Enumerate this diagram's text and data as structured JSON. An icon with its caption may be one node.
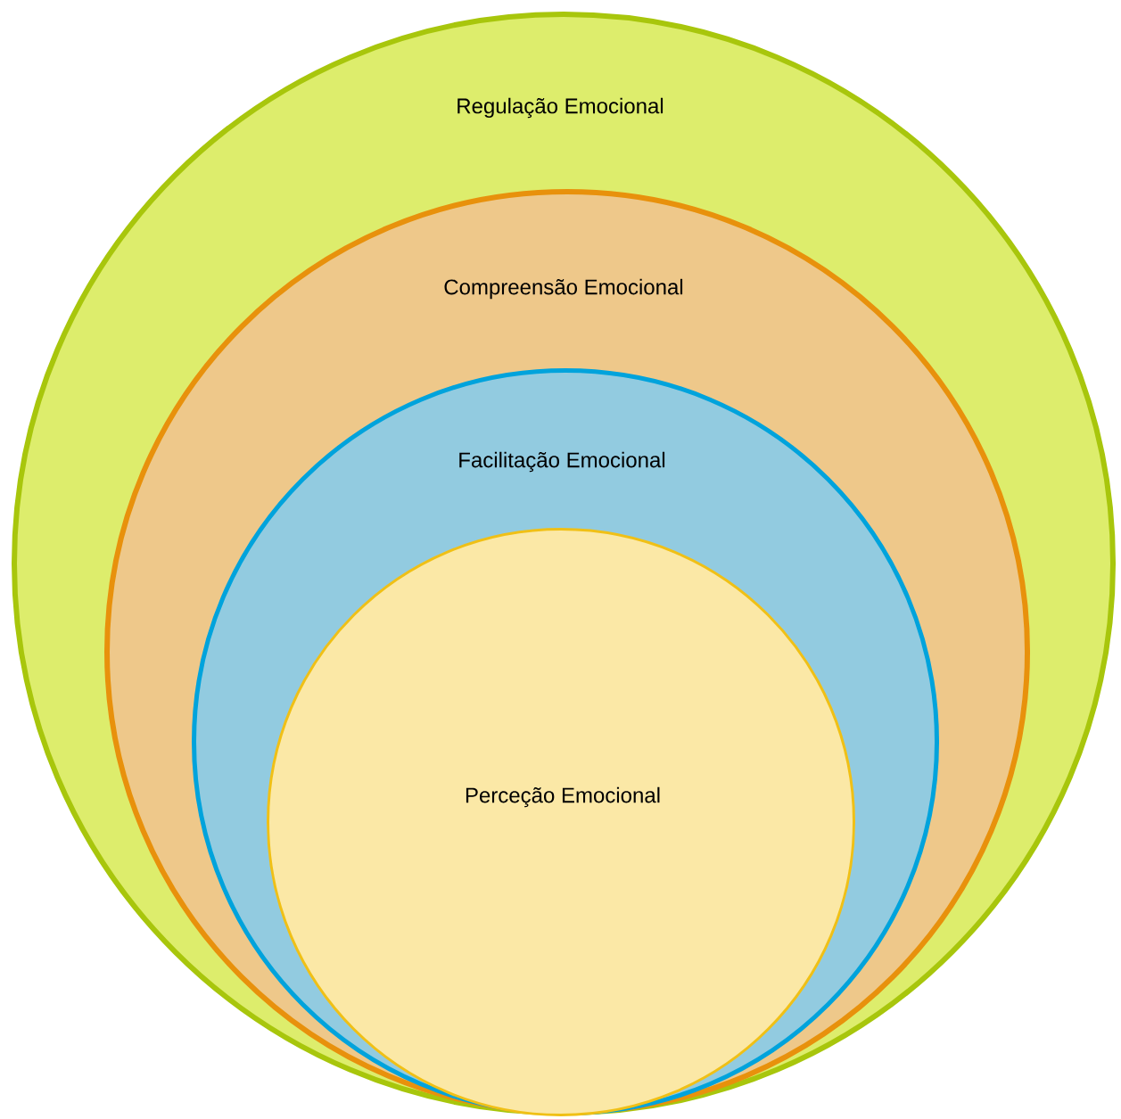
{
  "diagram": {
    "nodes": [
      {
        "text": [
          "Regulação Emocional"
        ]
      },
      {
        "text": [
          "Compreensão Emocional"
        ],
        "in": 0
      },
      {
        "text": [
          "Facilitação Emocional"
        ],
        "in": 1
      },
      {
        "text": [
          "Perceção Emocional"
        ],
        "in": 2
      }
    ]
  }
}
